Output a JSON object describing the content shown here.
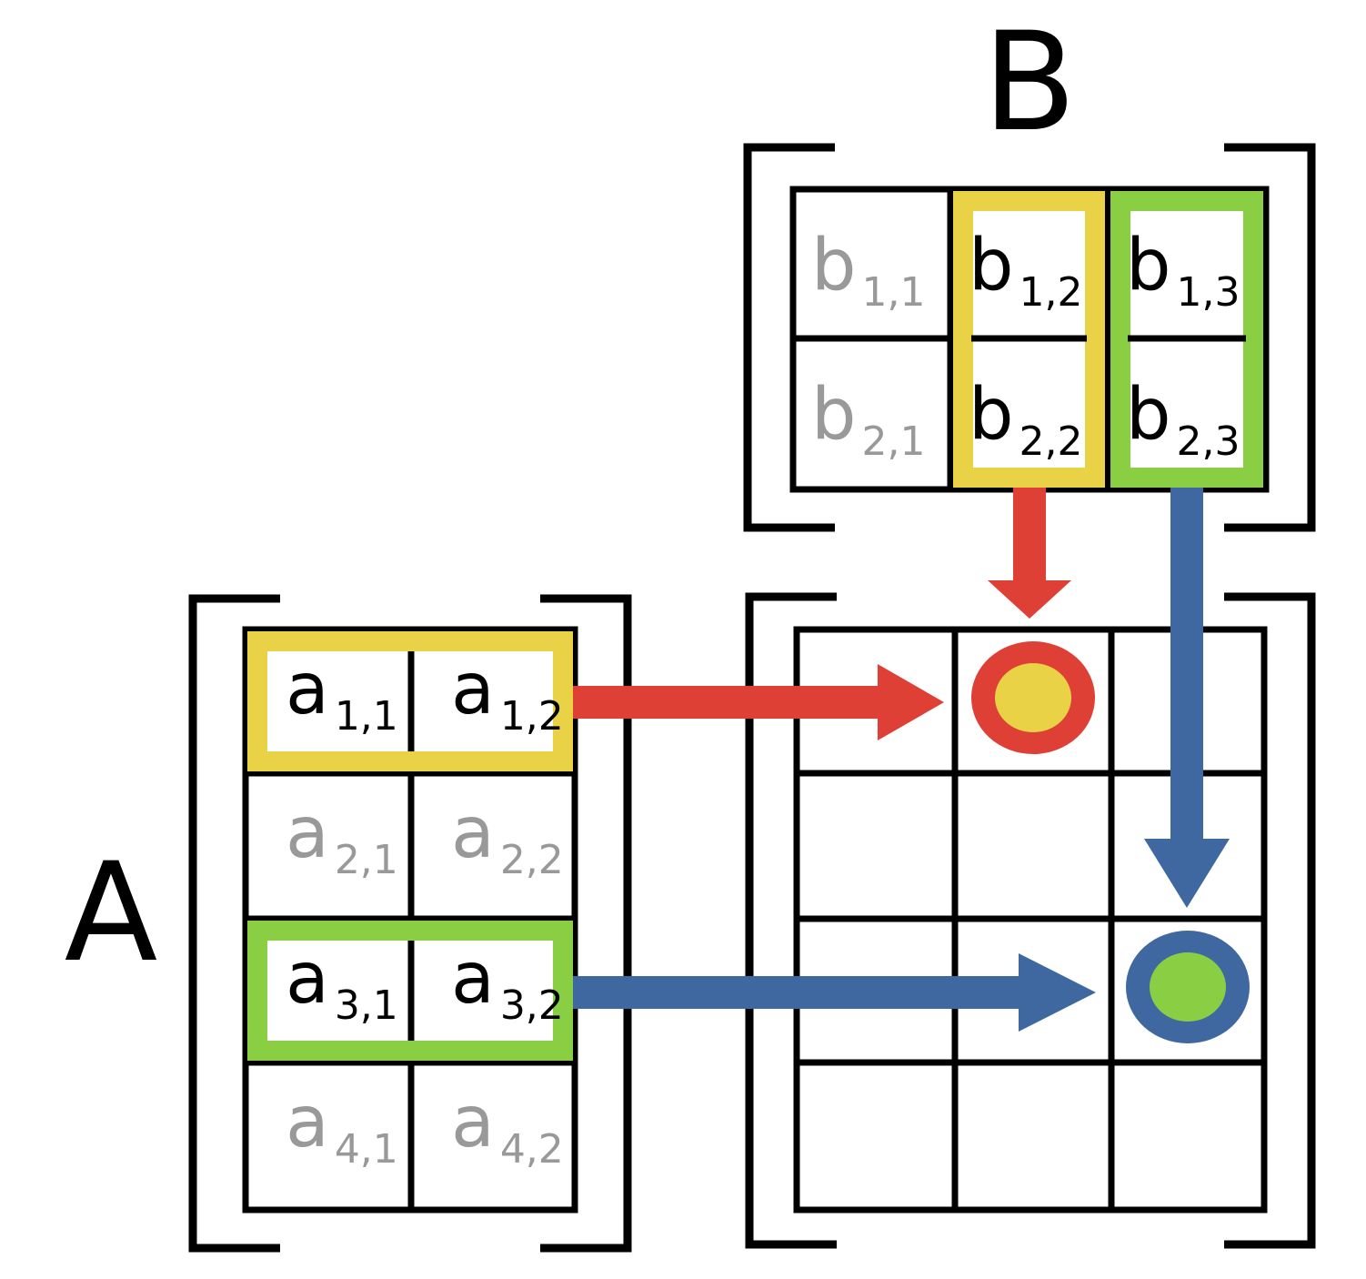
{
  "labels": {
    "a": "A",
    "b": "B"
  },
  "colors": {
    "red": "#DF4036",
    "yellow": "#E9D245",
    "green": "#8ACE44",
    "blue": "#3F68A0",
    "muted_text": "#999999"
  },
  "matrix_a": {
    "entries": [
      [
        {
          "base": "a",
          "sub": "1,1",
          "active": true
        },
        {
          "base": "a",
          "sub": "1,2",
          "active": true
        }
      ],
      [
        {
          "base": "a",
          "sub": "2,1",
          "active": false
        },
        {
          "base": "a",
          "sub": "2,2",
          "active": false
        }
      ],
      [
        {
          "base": "a",
          "sub": "3,1",
          "active": true
        },
        {
          "base": "a",
          "sub": "3,2",
          "active": true
        }
      ],
      [
        {
          "base": "a",
          "sub": "4,1",
          "active": false
        },
        {
          "base": "a",
          "sub": "4,2",
          "active": false
        }
      ]
    ],
    "highlighted_rows": [
      {
        "row": 1,
        "color": "yellow"
      },
      {
        "row": 3,
        "color": "green"
      }
    ]
  },
  "matrix_b": {
    "entries": [
      [
        {
          "base": "b",
          "sub": "1,1",
          "active": false
        },
        {
          "base": "b",
          "sub": "1,2",
          "active": true
        },
        {
          "base": "b",
          "sub": "1,3",
          "active": true
        }
      ],
      [
        {
          "base": "b",
          "sub": "2,1",
          "active": false
        },
        {
          "base": "b",
          "sub": "2,2",
          "active": true
        },
        {
          "base": "b",
          "sub": "2,3",
          "active": true
        }
      ]
    ],
    "highlighted_cols": [
      {
        "col": 2,
        "color": "yellow"
      },
      {
        "col": 3,
        "color": "green"
      }
    ]
  },
  "result": {
    "rows": 4,
    "cols": 3,
    "marked_cells": [
      {
        "row": 1,
        "col": 2,
        "ring": "red",
        "fill": "yellow"
      },
      {
        "row": 3,
        "col": 3,
        "ring": "blue",
        "fill": "green"
      }
    ]
  }
}
